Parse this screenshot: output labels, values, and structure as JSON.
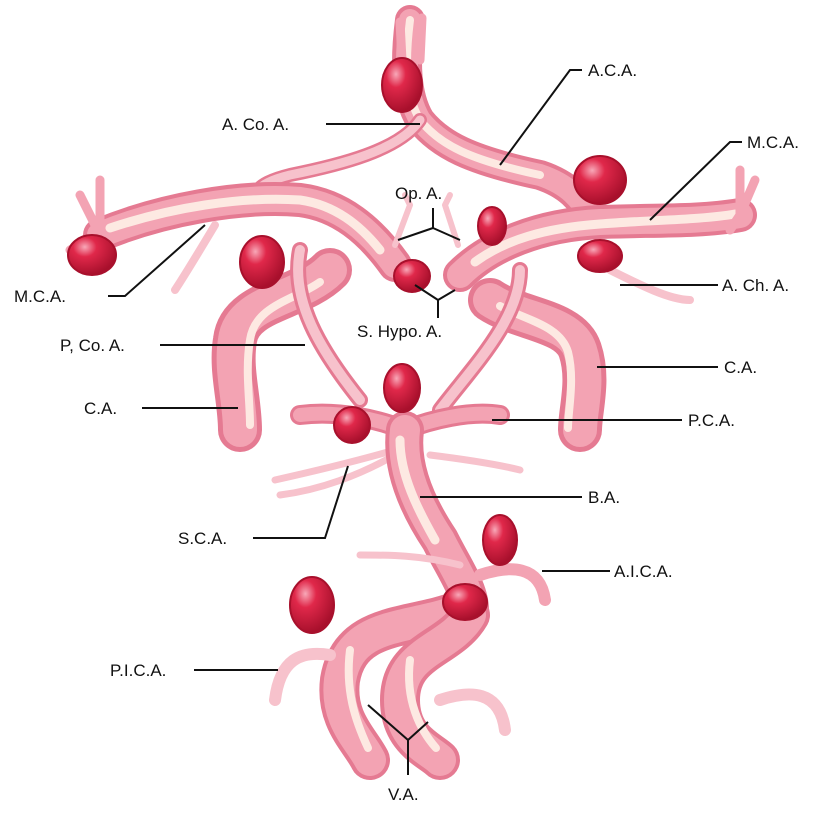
{
  "labels": {
    "aca": "A.C.A.",
    "acoa": "A. Co. A.",
    "mca_right": "M.C.A.",
    "mca_left": "M.C.A.",
    "opa": "Op. A.",
    "acha": "A. Ch. A.",
    "shypoa": "S. Hypo. A.",
    "pcoa": "P, Co. A.",
    "ca_left": "C.A.",
    "ca_right": "C.A.",
    "pca": "P.C.A.",
    "ba": "B.A.",
    "sca": "S.C.A.",
    "aica": "A.I.C.A.",
    "pica": "P.I.C.A.",
    "va": "V.A."
  },
  "colors": {
    "vessel": "#f3a3b3",
    "vessel_shadow": "#e57a92",
    "vessel_highlight": "#fde9e2",
    "aneurysm": "#d9173c",
    "aneurysm_dark": "#a8102c",
    "aneurysm_highlight": "#f8a8b8",
    "line": "#111111"
  }
}
